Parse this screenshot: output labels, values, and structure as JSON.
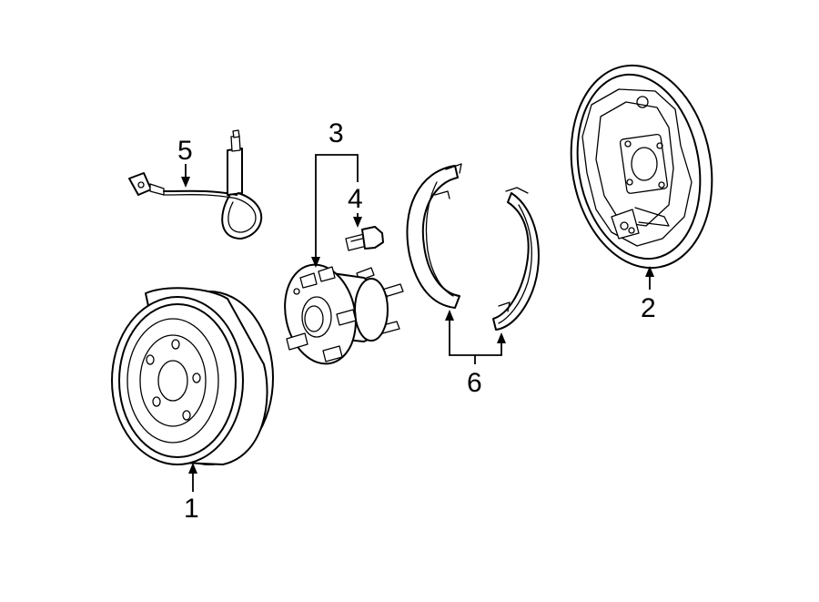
{
  "callouts": {
    "drum": "1",
    "backing_plate": "2",
    "hub_bearing": "3",
    "bolt": "4",
    "sensor_harness": "5",
    "brake_shoes": "6"
  },
  "colors": {
    "line": "#000000",
    "background": "#ffffff"
  }
}
